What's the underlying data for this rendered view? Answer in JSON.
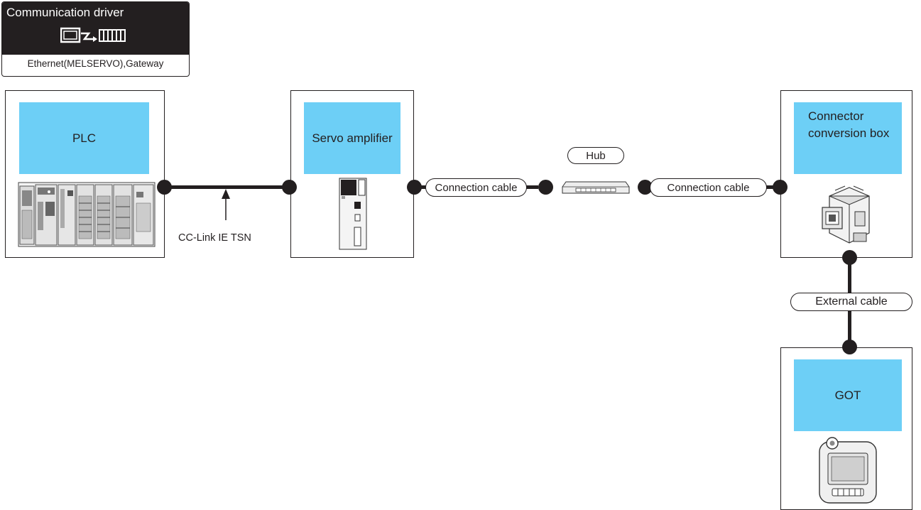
{
  "driver": {
    "title": "Communication driver",
    "name": "Ethernet(MELSERVO),Gateway",
    "icon": "got-to-plc-icon"
  },
  "devices": {
    "plc": {
      "label": "PLC"
    },
    "servo": {
      "label": "Servo amplifier"
    },
    "connector_box": {
      "label": "Connector conversion box"
    },
    "got": {
      "label": "GOT"
    }
  },
  "network": {
    "label": "CC-Link IE TSN"
  },
  "cables": {
    "connection_left": "Connection cable",
    "hub": "Hub",
    "connection_right": "Connection cable",
    "external": "External cable"
  },
  "colors": {
    "label_fill": "#6dcff6",
    "line": "#231f20"
  }
}
